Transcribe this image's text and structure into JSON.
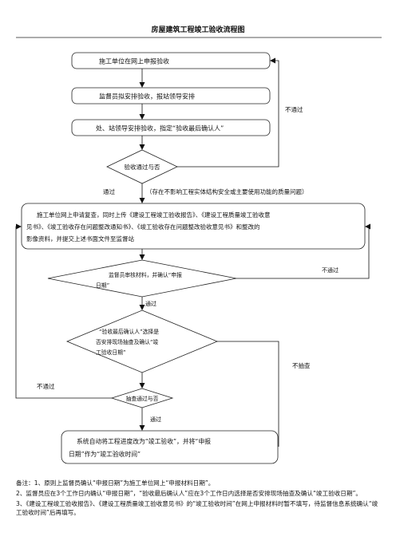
{
  "title": "房屋建筑工程竣工验收流程图",
  "nodes": {
    "apply": "施工单位在网上申报验收",
    "arrange": "监督员拟安排验收，报站领导安排",
    "assign": "处、站领导安排验收，指定“验收最后确认人”",
    "pass_check": "验收通过与否",
    "submit": [
      "施工单位网上申请复查，同时上传《建设工程竣工验收报告》、《建设工程质量竣工验收意",
      "见书》、《竣工验收存在问题整改通知书》、《竣工验收存在问题整改验收意见书》和整改的",
      "影像资料，并提交上述书面文件至监督站"
    ],
    "review": [
      "监督员审核材料，并确认“申报",
      "日期”"
    ],
    "spot_select": [
      "“验收最后确认人”选择是",
      "否安排现场抽查及确认“竣",
      "工验收日期”"
    ],
    "spot_pass": "抽查通过与否",
    "final": [
      "系统自动将工程进度改为“竣工验收”，并将“申报",
      "日期”作为“竣工验收时间”"
    ]
  },
  "labels": {
    "fail_top": "不通过",
    "pass_1": "通过",
    "condition": "（存在不影响工程实体结构安全或主要使用功能的质量问题）",
    "fail_review": "不通过",
    "pass_2": "通过",
    "no_spot": "不抽查",
    "fail_spot": "不通过",
    "pass_3": "通过"
  },
  "notes": {
    "n1": "备注：1、原则上监督员确认“申报日期”为施工单位网上“申报材料日期”。",
    "n2": "2、监督员应在3个工作日内确认“申报日期”，“验收最后确认人”应在3个工作日内选择是否安排现场抽查及确认“竣工验收日期”。",
    "n3": "3、《建设工程竣工验收报告》、《建设工程质量竣工验收意见书》的“竣工验收时间”在网上申报材料时暂不填写，待监督信息系统确认“竣工验收时间”后再填写。"
  }
}
